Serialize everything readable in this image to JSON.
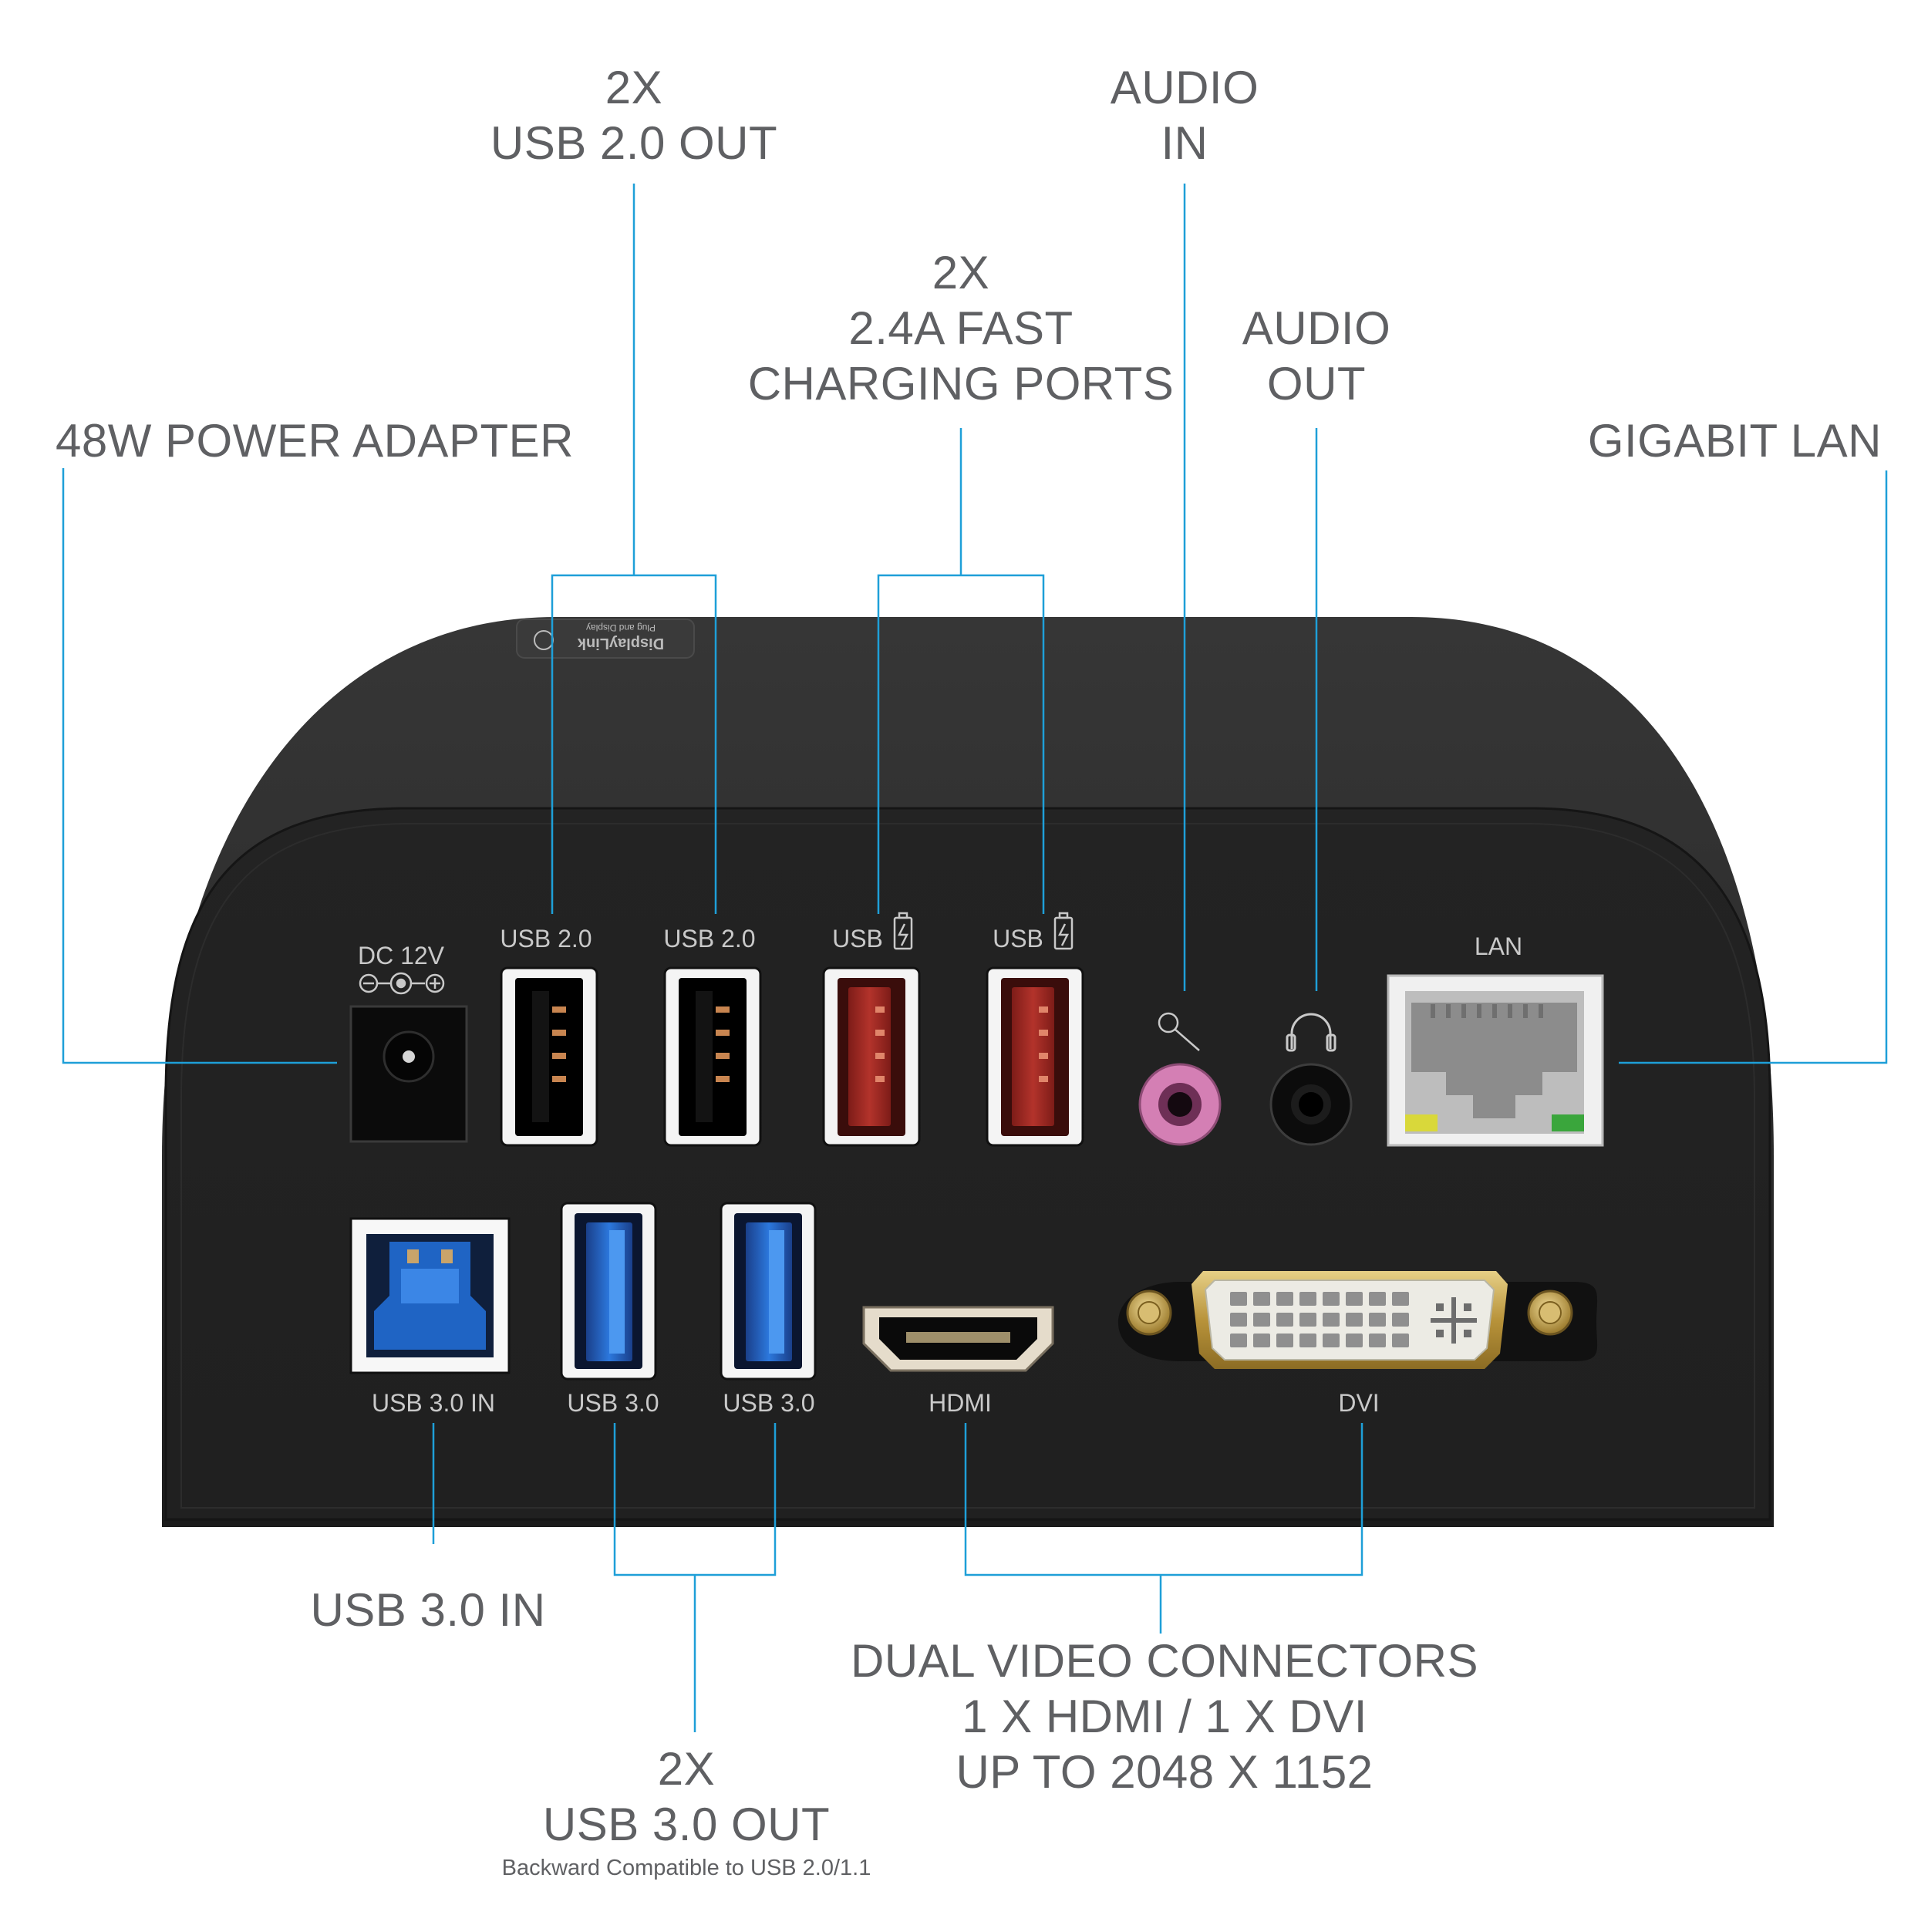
{
  "callouts": {
    "usb2_out": [
      "2X",
      "USB 2.0 OUT"
    ],
    "audio_in": [
      "AUDIO",
      "IN"
    ],
    "fast_charging": [
      "2X",
      "2.4A FAST",
      "CHARGING PORTS"
    ],
    "audio_out": [
      "AUDIO",
      "OUT"
    ],
    "power_adapter": [
      "48W POWER ADAPTER"
    ],
    "gigabit_lan": [
      "GIGABIT LAN"
    ],
    "usb3_in": [
      "USB 3.0 IN"
    ],
    "usb3_out": [
      "2X",
      "USB 3.0 OUT"
    ],
    "usb3_out_note": "Backward Compatible to USB 2.0/1.1",
    "video": [
      "DUAL VIDEO CONNECTORS",
      "1 X HDMI / 1 X DVI",
      "UP TO 2048 X 1152"
    ]
  },
  "panel_labels": {
    "dc": "DC 12V",
    "usb2_a": "USB 2.0",
    "usb2_b": "USB 2.0",
    "usb_charge_a": "USB",
    "usb_charge_b": "USB",
    "lan": "LAN",
    "usb3_in": "USB 3.0 IN",
    "usb3_a": "USB 3.0",
    "usb3_b": "USB 3.0",
    "hdmi": "HDMI",
    "dvi": "DVI"
  },
  "logo": {
    "brand": "DisplayLink",
    "tagline": "Plug and Display"
  },
  "colors": {
    "leader": "#1e9fd8",
    "callout_text": "#5f6063",
    "device_body": "#262626",
    "usb2_port": "#000000",
    "charge_port": "#a3261f",
    "usb3_port": "#1f64c4",
    "audio_in": "#d47fb4",
    "audio_out": "#111111",
    "dvi_gold": "#c8a64c"
  },
  "icons": {
    "dc_polarity": "dc-polarity-icon",
    "charge": "battery-charge-icon",
    "microphone": "microphone-icon",
    "headphones": "headphones-icon"
  }
}
